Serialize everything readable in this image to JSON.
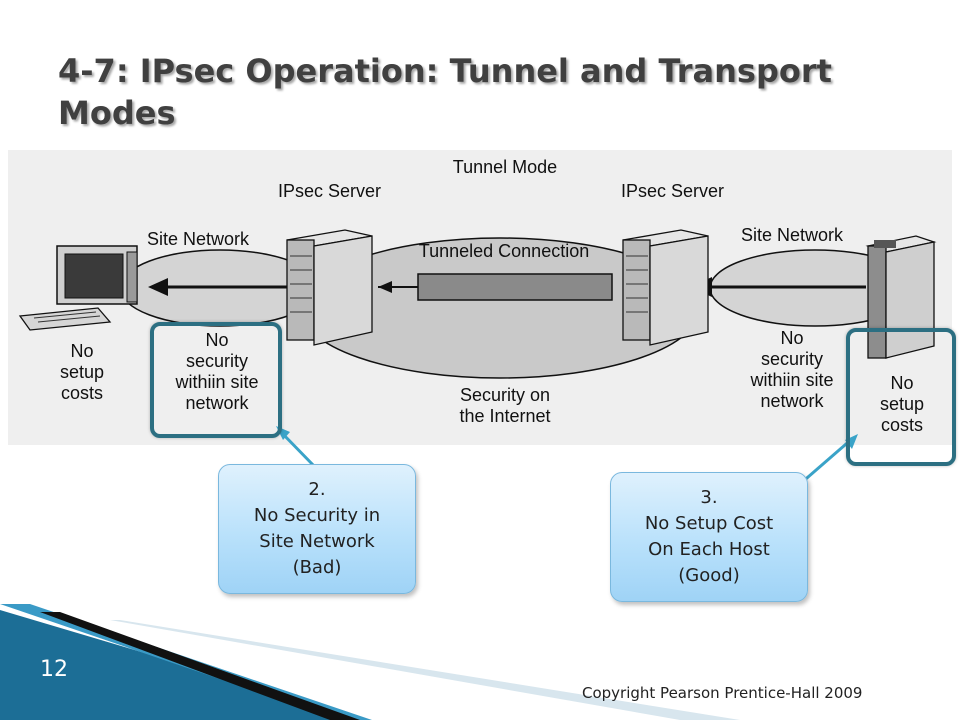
{
  "slide": {
    "title": "4-7: IPsec Operation: Tunnel and Transport Modes",
    "number": "12",
    "copyright": "Copyright Pearson Prentice-Hall 2009"
  },
  "diagram": {
    "heading": "Tunnel Mode",
    "left_server_label": "IPsec Server",
    "right_server_label": "IPsec Server",
    "left_site_network": "Site Network",
    "right_site_network": "Site Network",
    "tunnel_label": "Tunneled Connection",
    "internet_label": [
      "Security on",
      "the Internet"
    ],
    "left_host_note": [
      "No",
      "setup",
      "costs"
    ],
    "right_host_note": [
      "No",
      "setup",
      "costs"
    ],
    "left_site_note": [
      "No",
      "security",
      "withiin site",
      "network"
    ],
    "right_site_note": [
      "No",
      "security",
      "withiin site",
      "network"
    ]
  },
  "callouts": [
    {
      "lines": [
        "2.",
        "No Security in",
        "Site Network",
        "(Bad)"
      ]
    },
    {
      "lines": [
        "3.",
        "No Setup Cost",
        "On Each Host",
        "(Good)"
      ]
    }
  ],
  "colors": {
    "accent_frame": "#2c6f82",
    "pointer": "#3aa3c8",
    "bubble": "#b9e1fb",
    "corner_band": "#1c6e96"
  }
}
